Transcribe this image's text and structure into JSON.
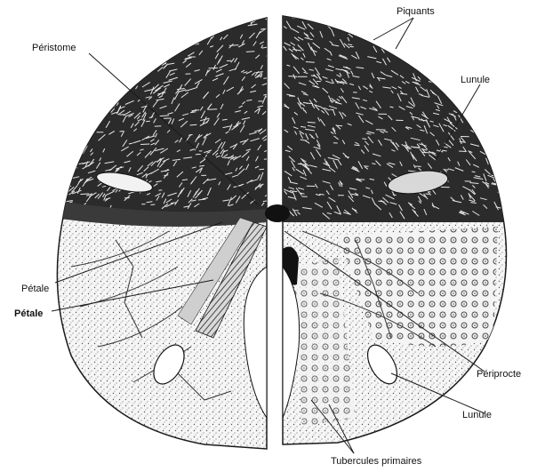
{
  "figure": {
    "labels": {
      "peristome": "Péristome",
      "piquants": "Piquants",
      "lunule_top": "Lunule",
      "petale_1": "Pétale",
      "petale_2": "Pétale",
      "periprocte": "Périprocte",
      "lunule_bottom": "Lunule",
      "tubercules": "Tubercules primaires"
    },
    "colors": {
      "ink": "#1a1a1a",
      "spines": "#2b2b2b",
      "test_fill": "#f3f3f3",
      "dark_band": "#3a3a3a"
    }
  }
}
